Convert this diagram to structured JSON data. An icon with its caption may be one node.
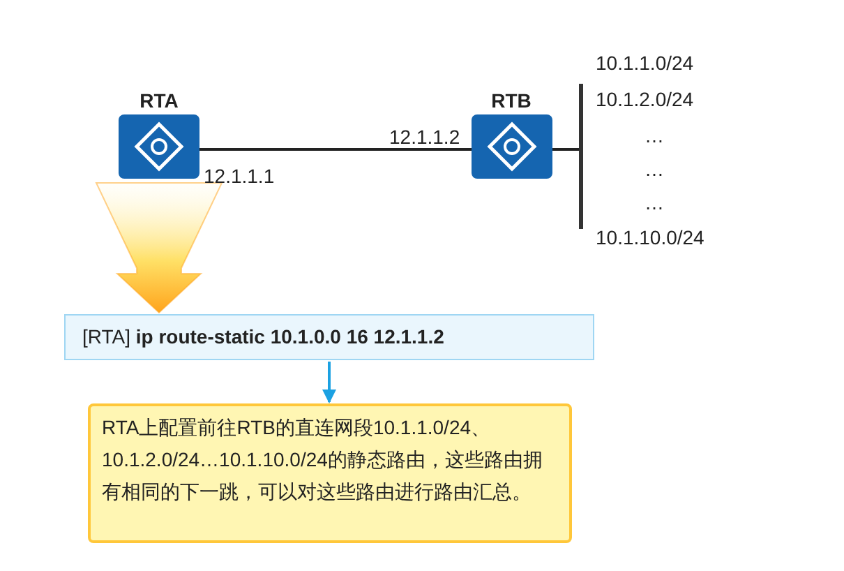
{
  "diagram": {
    "nodes": [
      {
        "text": [
          "RTA"
        ],
        "beside": [
          "12.1.1.1"
        ]
      },
      {
        "text": [
          "RTB"
        ],
        "beside": [
          "12.1.1.2"
        ]
      },
      {
        "text": [],
        "shape": "bar"
      },
      {
        "text": [
          "[RTA] **ip route-static 10.1.0.0 16 12.1.1.2**"
        ]
      },
      {
        "text": [
          "RTA上配置前往RTB的直连网段10.1.1.0/24、10.1.2.0/24…10.1.10.0/24的静态路由，这些路由拥有相同的下一跳，可以对这些路由进行路由汇总。"
        ]
      }
    ],
    "edges": [
      {
        "from": 0,
        "to": 1,
        "arrow": "none"
      },
      {
        "from": 1,
        "to": 2,
        "arrow": "none"
      },
      {
        "from": 0,
        "to": 3,
        "arrow": "to",
        "style": "thick",
        "color": "#ffa41c"
      },
      {
        "from": 3,
        "to": 4,
        "arrow": "to",
        "color": "#1ba1e2"
      }
    ],
    "labels": [
      "10.1.1.0/24",
      "10.1.2.0/24",
      "…",
      "…",
      "…",
      "10.1.10.0/24"
    ]
  }
}
